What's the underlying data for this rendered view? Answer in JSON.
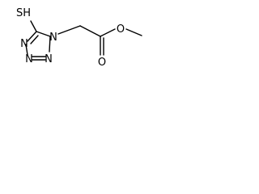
{
  "structure": {
    "atoms": {
      "thiol": "SH",
      "ring_n1": "N",
      "ring_n2": "N",
      "ring_n3": "N",
      "ring_n4": "N",
      "ester_o_carbonyl": "O",
      "ester_o_ether": "O"
    },
    "colors": {
      "bond": "#000000",
      "label": "#000000",
      "background": "#ffffff"
    }
  }
}
